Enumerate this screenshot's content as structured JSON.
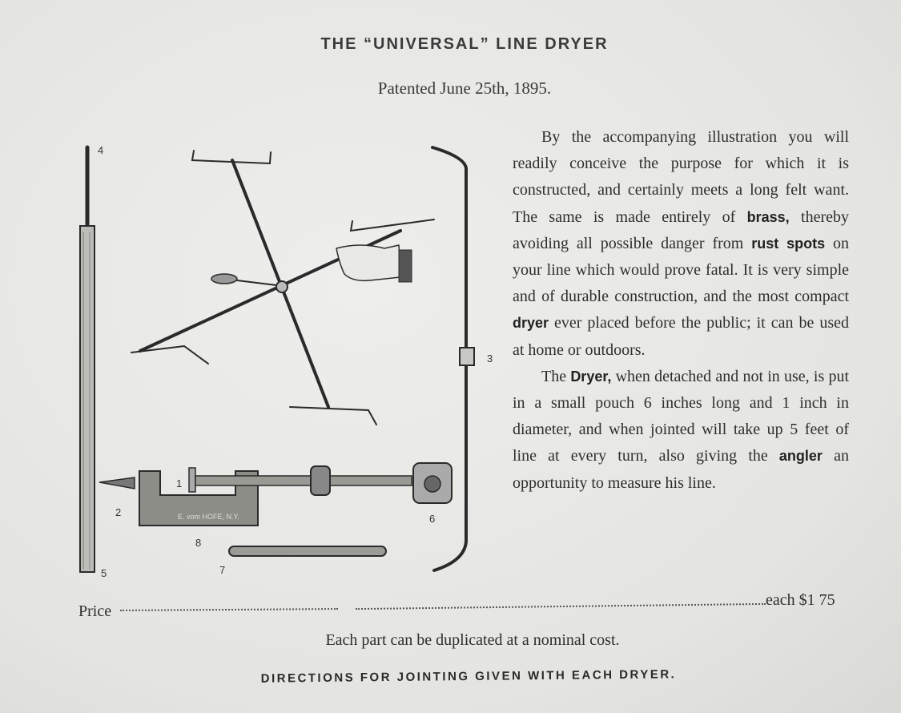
{
  "header": {
    "title": "THE “UNIVERSAL” LINE DRYER",
    "patent": "Patented June 25th, 1895."
  },
  "body": {
    "p1_a": "By the accompanying illustration you will readily conceive the purpose for which it is constructed, and certainly meets a long felt want.  The same is made entirely of ",
    "p1_b1": "brass,",
    "p1_c": " thereby avoiding all possible danger from ",
    "p1_b2": "rust spots",
    "p1_d": " on your line which would prove fatal.  It is very simple and of durable construction, and the most compact ",
    "p1_b3": "dryer",
    "p1_e": " ever placed before the public; it can be used at home or outdoors.",
    "p2_a": "The ",
    "p2_b1": "Dryer,",
    "p2_c": " when detached and not in use, is put in a small pouch 6 inches long and 1 inch in diameter, and when jointed will take up 5 feet of line at every turn, also giving the ",
    "p2_b2": "angler",
    "p2_d": " an opportunity to measure his line."
  },
  "price": {
    "label": "Price",
    "value": "each $1 75"
  },
  "footer": {
    "note": "Each part can be duplicated at a nominal cost.",
    "directions": "DIRECTIONS FOR JOINTING GIVEN WITH EACH DRYER."
  },
  "illustration": {
    "part_numbers": [
      "1",
      "2",
      "3",
      "4",
      "5",
      "6",
      "7",
      "8"
    ],
    "stamp_text": "E. vom HOFE, N.Y."
  }
}
